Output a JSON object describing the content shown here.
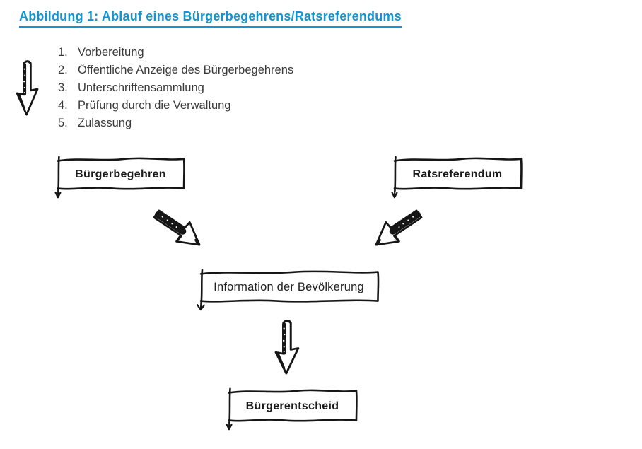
{
  "figure": {
    "title": "Abbildung 1: Ablauf eines Bürgerbegehrens/Ratsreferendums"
  },
  "steps": [
    {
      "num": "1.",
      "label": "Vorbereitung"
    },
    {
      "num": "2.",
      "label": "Öffentliche Anzeige des Bürgerbegehrens"
    },
    {
      "num": "3.",
      "label": "Unterschriftensammlung"
    },
    {
      "num": "4.",
      "label": "Prüfung durch die Verwaltung"
    },
    {
      "num": "5.",
      "label": "Zulassung"
    }
  ],
  "nodes": {
    "buergerbegehren": "Bürgerbegehren",
    "ratsreferendum": "Ratsreferendum",
    "information": "Information der Bevölkerung",
    "buergerentscheid": "Bürgerentscheid"
  },
  "icons": {
    "list_arrow": "down-arrow",
    "left_branch_arrow": "down-right-arrow",
    "right_branch_arrow": "down-left-arrow",
    "middle_arrow": "down-arrow"
  },
  "colors": {
    "title_accent": "#1295d2",
    "ink": "#161616",
    "body_text": "#3a3a3a"
  }
}
